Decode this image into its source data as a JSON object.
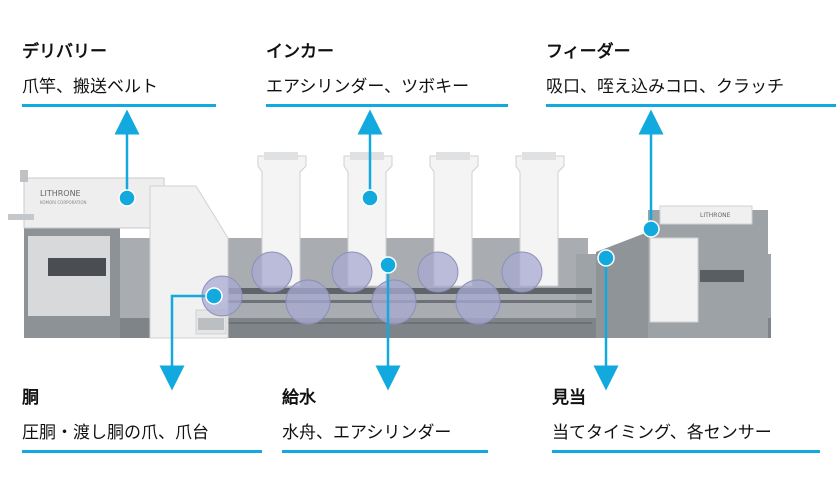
{
  "accent_color": "#12a9df",
  "labels": {
    "delivery": {
      "title": "デリバリー",
      "desc": "爪竿、搬送ベルト"
    },
    "inker": {
      "title": "インカー",
      "desc": "エアシリンダー、ツボキー"
    },
    "feeder": {
      "title": "フィーダー",
      "desc": "吸口、咥え込みコロ、クラッチ"
    },
    "cylinder": {
      "title": "胴",
      "desc": "圧胴・渡し胴の爪、爪台"
    },
    "dampening": {
      "title": "給水",
      "desc": "水舟、エアシリンダー"
    },
    "register": {
      "title": "見当",
      "desc": "当てタイミング、各センサー"
    }
  },
  "machine": {
    "brand_main": "LITHRONE",
    "brand_sub": "KOMORI CORPORATION",
    "feeder_brand": "LITHRONE"
  }
}
